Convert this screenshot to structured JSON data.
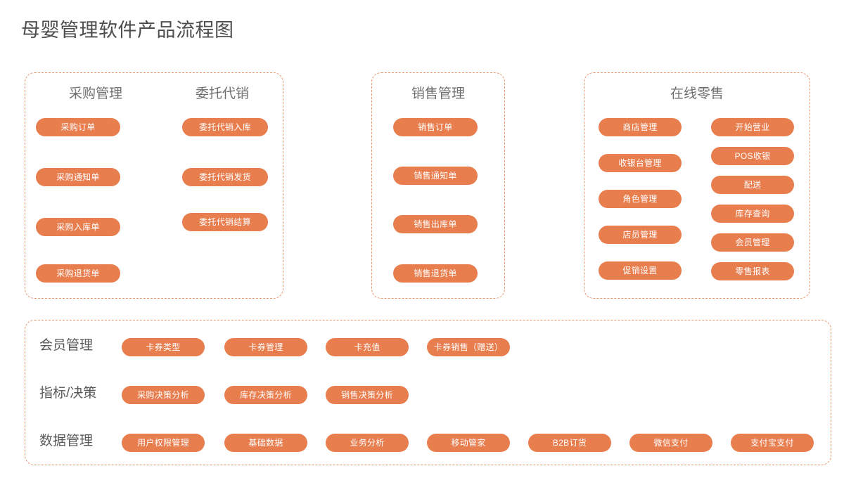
{
  "page": {
    "title": "母婴管理软件产品流程图",
    "accent_color": "#e87d4e",
    "panel_border_color": "#e8956b",
    "title_color": "#4c4c4c",
    "background": "#ffffff"
  },
  "panels": [
    {
      "id": "purchase",
      "columns": [
        {
          "heading": "采购管理",
          "items": [
            "采购订单",
            "采购通知单",
            "采购入库单",
            "采购退货单"
          ]
        },
        {
          "heading": "委托代销",
          "items": [
            "委托代销入库",
            "委托代销发货",
            "委托代销结算"
          ]
        }
      ]
    },
    {
      "id": "sales",
      "columns": [
        {
          "heading": "销售管理",
          "items": [
            "销售订单",
            "销售通知单",
            "销售出库单",
            "销售退货单"
          ]
        }
      ]
    },
    {
      "id": "retail",
      "heading": "在线零售",
      "columns": [
        {
          "heading": "",
          "items": [
            "商店管理",
            "收银台管理",
            "角色管理",
            "店员管理",
            "促销设置"
          ]
        },
        {
          "heading": "",
          "items": [
            "开始营业",
            "POS收银",
            "配送",
            "库存查询",
            "会员管理",
            "零售报表"
          ]
        }
      ]
    }
  ],
  "bottom": {
    "rows": [
      {
        "label": "会员管理",
        "items": [
          "卡券类型",
          "卡券管理",
          "卡充值",
          "卡券销售（赠送）"
        ]
      },
      {
        "label": "指标/决策",
        "items": [
          "采购决策分析",
          "库存决策分析",
          "销售决策分析"
        ]
      },
      {
        "label": "数据管理",
        "items": [
          "用户权限管理",
          "基础数据",
          "业务分析",
          "移动管家",
          "B2B订货",
          "微信支付",
          "支付宝支付"
        ]
      }
    ]
  }
}
